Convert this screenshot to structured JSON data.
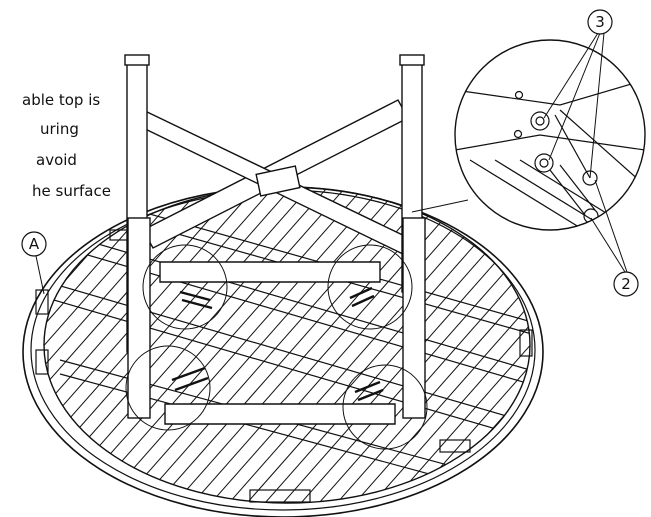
{
  "instruction_note": {
    "lines": [
      "able top is",
      "uring",
      "avoid",
      "he surface"
    ]
  },
  "callouts": {
    "part_a": "A",
    "part_2": "2",
    "part_3": "3"
  },
  "colors": {
    "line": "#111111",
    "background": "#ffffff"
  }
}
